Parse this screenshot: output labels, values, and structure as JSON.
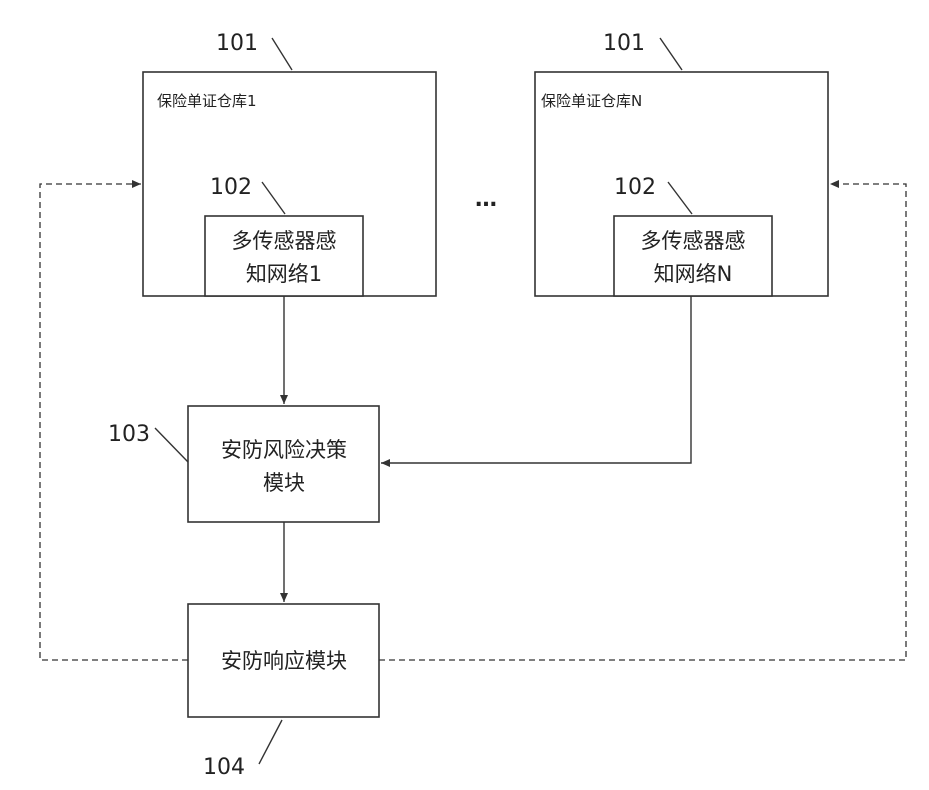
{
  "warehouses": [
    {
      "ref": "101",
      "title": "保险单证仓库1",
      "sensor": {
        "ref": "102",
        "line1": "多传感器感",
        "line2": "知网络1"
      }
    },
    {
      "ref": "101",
      "title": "保险单证仓库N",
      "sensor": {
        "ref": "102",
        "line1": "多传感器感",
        "line2": "知网络N"
      }
    }
  ],
  "ellipsis": "…",
  "decision_module": {
    "ref": "103",
    "line1": "安防风险决策",
    "line2": "模块"
  },
  "response_module": {
    "ref": "104",
    "label": "安防响应模块"
  },
  "colors": {
    "line": "#333333",
    "background": "#ffffff"
  }
}
